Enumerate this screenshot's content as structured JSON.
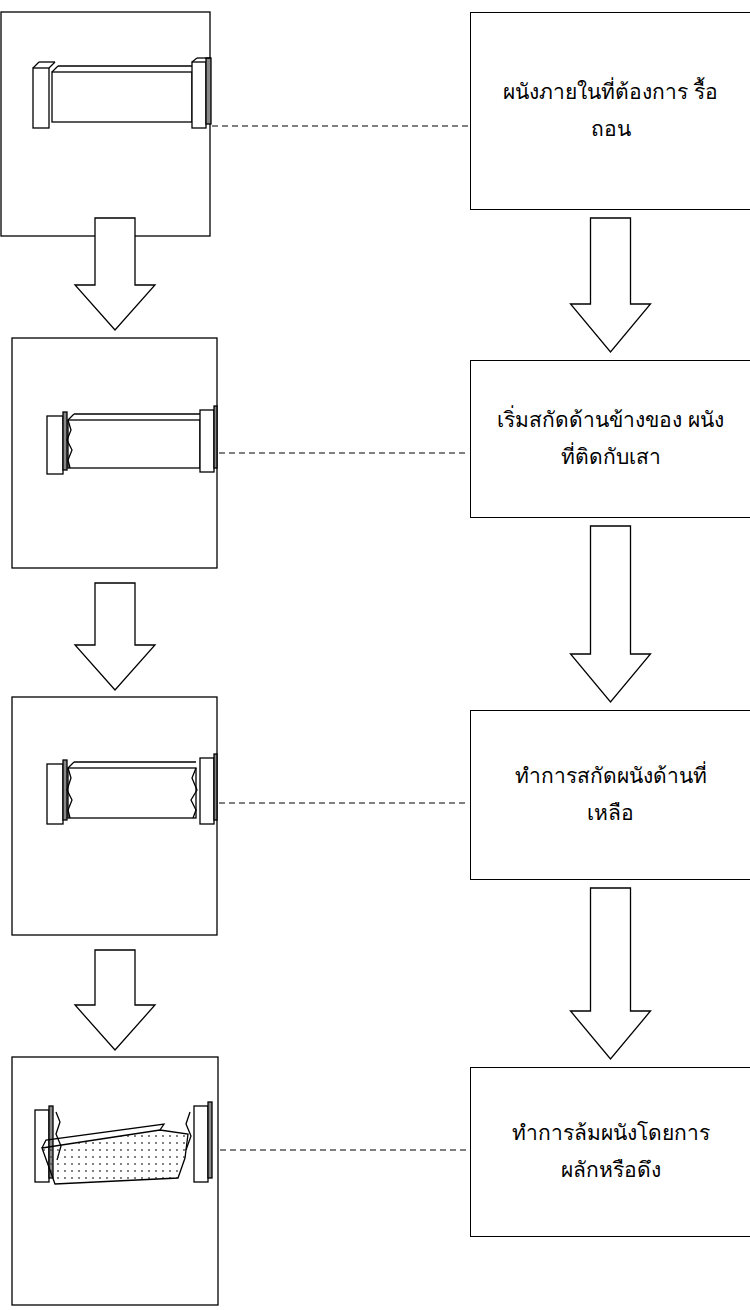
{
  "diagram": {
    "nodes": [
      {
        "text": [
          "ผนังภายในที่ต้องการ รื้อถอน"
        ]
      },
      {
        "text": [
          "เริ่มสกัดด้านข้างของ ผนังที่ติดกับเสา"
        ]
      },
      {
        "text": [
          "ทำการสกัดผนังด้านที่ เหลือ"
        ]
      },
      {
        "text": [
          "ทำการล้มผนังโดยการ ผลักหรือดึง"
        ]
      }
    ],
    "edges": [
      {
        "from": 0,
        "to": 1,
        "arrow": "to"
      },
      {
        "from": 1,
        "to": 2,
        "arrow": "to"
      },
      {
        "from": 2,
        "to": 3,
        "arrow": "to"
      }
    ]
  }
}
